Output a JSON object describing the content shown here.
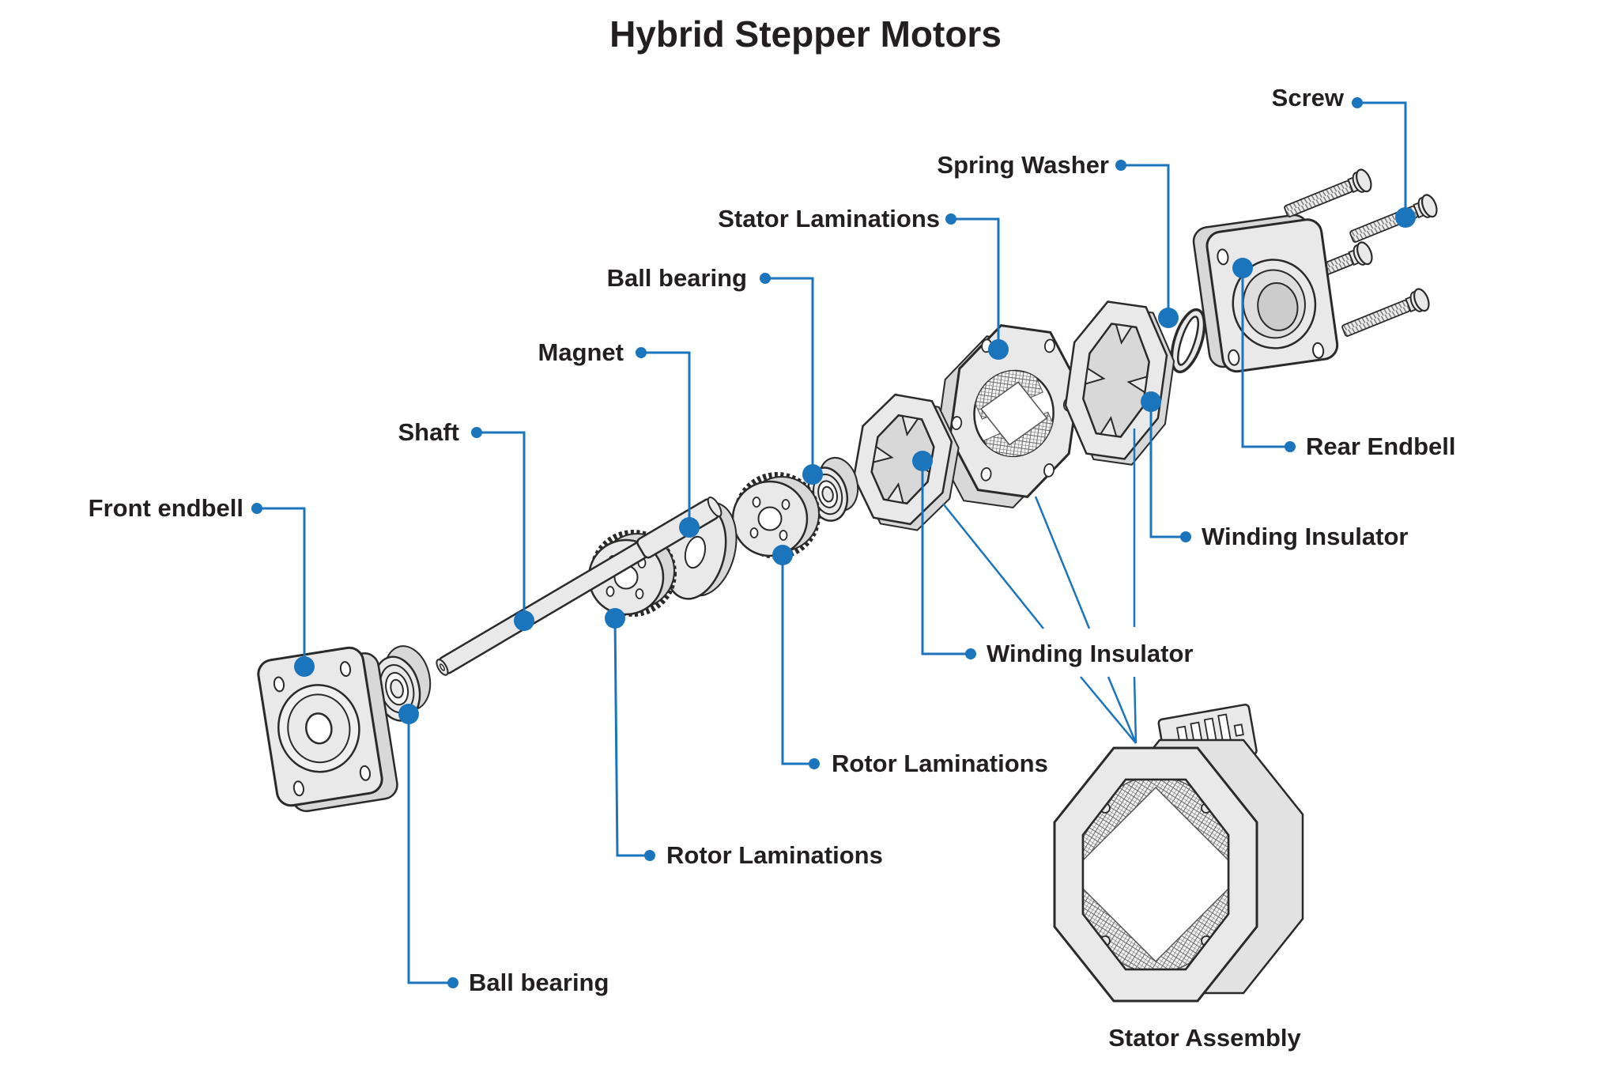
{
  "title": "Hybrid Stepper Motors",
  "colors": {
    "accent": "#1b75bc",
    "ink": "#231f20",
    "outline": "#2b2a29",
    "part_fill": "#e9e9e9",
    "part_shadow": "#d8d8d8",
    "background": "#ffffff"
  },
  "labels": {
    "screw": "Screw",
    "spring_washer": "Spring Washer",
    "stator_laminations": "Stator Laminations",
    "ball_bearing_top": "Ball bearing",
    "magnet": "Magnet",
    "shaft": "Shaft",
    "front_endbell": "Front endbell",
    "rear_endbell": "Rear Endbell",
    "winding_insulator_right": "Winding Insulator",
    "winding_insulator_center": "Winding Insulator",
    "rotor_laminations_center": "Rotor Laminations",
    "rotor_laminations_left": "Rotor Laminations",
    "ball_bearing_bottom": "Ball bearing",
    "stator_assembly": "Stator Assembly"
  }
}
